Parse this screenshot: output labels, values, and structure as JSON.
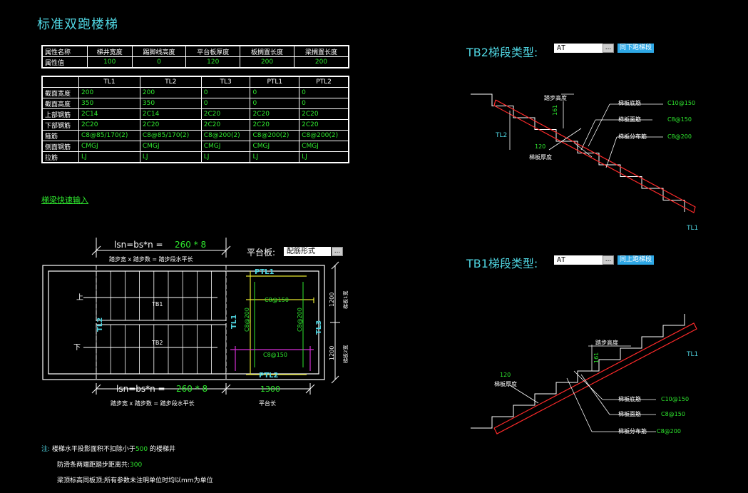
{
  "title": "标准双跑楼梯",
  "prop_table": {
    "headers": [
      "属性名称",
      "梯井宽度",
      "踢脚线高度",
      "平台板厚度",
      "板搁置长度",
      "梁搁置长度"
    ],
    "row_label": "属性值",
    "values": [
      "100",
      "0",
      "120",
      "200",
      "200"
    ]
  },
  "beam_table": {
    "columns": [
      "",
      "TL1",
      "TL2",
      "TL3",
      "PTL1",
      "PTL2"
    ],
    "rows": [
      {
        "label": "截面宽度",
        "cells": [
          "200",
          "200",
          "0",
          "0",
          "0"
        ]
      },
      {
        "label": "截面高度",
        "cells": [
          "350",
          "350",
          "0",
          "0",
          "0"
        ]
      },
      {
        "label": "上部钢筋",
        "cells": [
          "2C14",
          "2C14",
          "2C20",
          "2C20",
          "2C20"
        ]
      },
      {
        "label": "下部钢筋",
        "cells": [
          "2C20",
          "2C20",
          "2C20",
          "2C20",
          "2C20"
        ]
      },
      {
        "label": "箍筋",
        "cells": [
          "C8@85/170(2)",
          "C8@85/170(2)",
          "C8@200(2)",
          "C8@200(2)",
          "C8@200(2)"
        ]
      },
      {
        "label": "侧面钢筋",
        "cells": [
          "CMGJ",
          "CMGJ",
          "CMGJ",
          "CMGJ",
          "CMGJ"
        ]
      },
      {
        "label": "拉筋",
        "cells": [
          "LJ",
          "LJ",
          "LJ",
          "LJ",
          "LJ"
        ]
      }
    ]
  },
  "quick_input_link": "梯梁快速输入",
  "plan": {
    "top_formula_prefix": "lsn=bs*n = ",
    "top_formula_value": "260 * 8",
    "top_formula_desc": "踏步宽 x 踏步数 = 踏步段水平长",
    "bottom_formula_prefix": "lsn=bs*n = ",
    "bottom_formula_value": "260 * 8",
    "bottom_formula_desc": "踏步宽 x 踏步数 = 踏步段水平长",
    "platform_length": "1300",
    "platform_length_label": "平台长",
    "platform_label": "平台板:",
    "platform_value": "配筋形式",
    "up": "上",
    "down": "下",
    "tb1": "TB1",
    "tb2": "TB2",
    "tl1": "TL1",
    "tl2": "TL2",
    "tl3": "TL3",
    "ptl1": "PTL1",
    "ptl2": "PTL2",
    "rebar_top": "C8@150",
    "rebar_bottom": "C8@150",
    "rebar_left": "C8@200",
    "rebar_right": "C8@200",
    "dim_1200_top": "1200",
    "dim_1200_bottom": "1200",
    "width1_label": "梯板1宽",
    "width2_label": "梯板2宽"
  },
  "notes": {
    "prefix": "注:",
    "line1_a": "楼梯水平投影面积不扣除小于",
    "line1_b": "500",
    "line1_c": " 的楼梯井",
    "line2_a": "防滑条两端距踏步距离共:",
    "line2_b": "300",
    "line3": "梁顶标高同板顶;所有参数未注明单位时均以mm为单位"
  },
  "tb2": {
    "label": "TB2梯段类型:",
    "combo_value": "AT",
    "dots": "...",
    "button": "同下跑梯段",
    "step_height_label": "踏步高度",
    "step_height_value": "161",
    "thickness_value": "120",
    "thickness_label": "梯板厚度",
    "bottom_rebar_label": "梯板底筋",
    "bottom_rebar_value": "C10@150",
    "top_rebar_label": "梯板面筋",
    "top_rebar_value": "C8@150",
    "dist_rebar_label": "梯板分布筋",
    "dist_rebar_value": "C8@200",
    "tl2": "TL2",
    "tl1": "TL1"
  },
  "tb1": {
    "label": "TB1梯段类型:",
    "combo_value": "AT",
    "dots": "...",
    "button": "同上跑梯段",
    "step_height_label": "踏步高度",
    "step_height_value": "161",
    "thickness_value": "120",
    "thickness_label": "梯板厚度",
    "bottom_rebar_label": "梯板底筋",
    "bottom_rebar_value": "C10@150",
    "top_rebar_label": "梯板面筋",
    "top_rebar_value": "C8@150",
    "dist_rebar_label": "梯板分布筋",
    "dist_rebar_value": "C8@200",
    "tl1": "TL1"
  },
  "colors": {
    "cyan": "#4fd4e0",
    "green": "#2ee62e",
    "red": "#ff2a2a",
    "yellow": "#e6e62e",
    "magenta": "#d62ed6",
    "bg": "#000000"
  }
}
